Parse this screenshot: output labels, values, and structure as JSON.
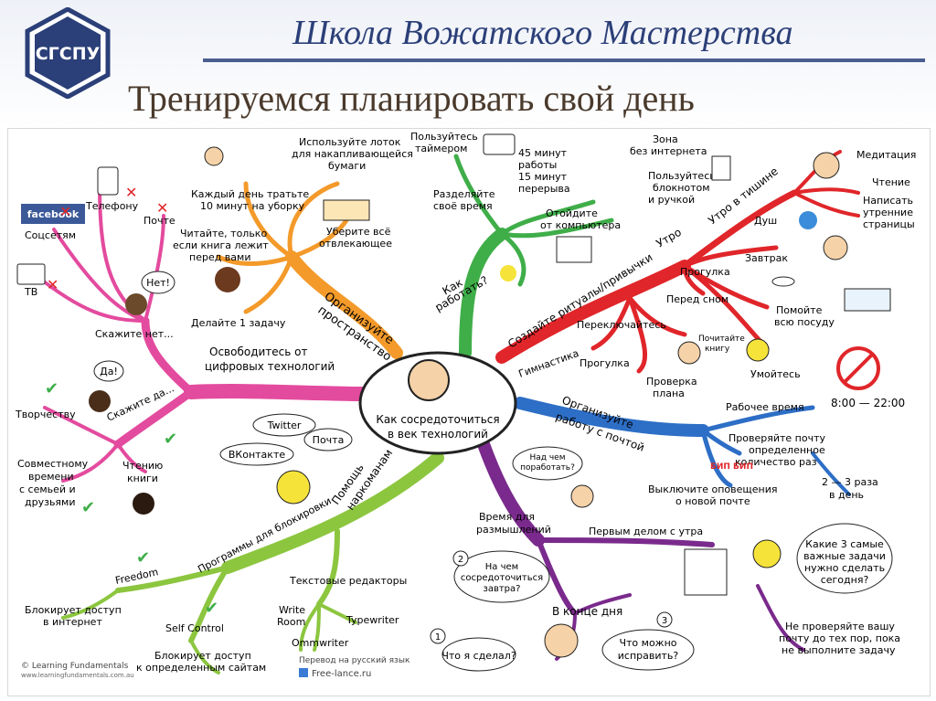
{
  "header": {
    "logo_text": "СГСПУ",
    "title": "Школа Вожатского Мастерства",
    "subtitle": "Тренируемся планировать свой день"
  },
  "mindmap": {
    "center": [
      "Как сосредоточиться",
      "в век технологий"
    ],
    "digital": {
      "branch": [
        "Освободитесь от",
        "цифровых технологий"
      ],
      "say_no": "Скажите нет...",
      "no_bubble": "Нет!",
      "phone": "Телефону",
      "email": "Почте",
      "social": "Соцсетям",
      "facebook": "facebook",
      "tv": "ТВ",
      "say_yes": "Скажите да...",
      "yes_bubble": "Да!",
      "creativity": "Творчеству",
      "reading": [
        "Чтению",
        "книги"
      ],
      "family": [
        "Совместному",
        "времени",
        "с семьей и",
        "друзьями"
      ]
    },
    "space": {
      "branch": [
        "Организуйте",
        "пространство"
      ],
      "trays": [
        "Используйте лоток",
        "для накапливающейся",
        "бумаги"
      ],
      "tidy": [
        "Каждый день тратьте",
        "10 минут на уборку"
      ],
      "read": [
        "Читайте, только",
        "если книга лежит",
        "перед вами"
      ],
      "remove": [
        "Уберите всё",
        "отвлекающее"
      ],
      "one_task": "Делайте 1 задачу"
    },
    "work": {
      "branch": [
        "Как",
        "работать?"
      ],
      "timer": [
        "Пользуйтесь",
        "таймером"
      ],
      "split": [
        "Разделяйте",
        "своё время"
      ],
      "work_break": [
        "45 минут",
        "работы",
        "15 минут",
        "перерыва"
      ],
      "step_away": [
        "Отойдите",
        "от компьютера"
      ]
    },
    "rituals": {
      "branch": "Создайте ритуалы/привычки",
      "morning": "Утро",
      "quiet_morning": "Утро в тишине",
      "zone": [
        "Зона",
        "без интернета"
      ],
      "notebook": [
        "Пользуйтесь",
        "блокнотом",
        "и ручкой"
      ],
      "meditation": "Медитация",
      "reading": "Чтение",
      "pages": [
        "Написать",
        "утренние",
        "страницы"
      ],
      "shower": "Душ",
      "walk": "Прогулка",
      "breakfast": "Завтрак",
      "before_sleep": "Перед сном",
      "dishes": [
        "Помойте",
        "всю посуду"
      ],
      "switch": "Переключайтесь",
      "gym": "Гимнастика",
      "walk2": "Прогулка",
      "read_book": [
        "Почитайте",
        "книгу"
      ],
      "check_plan": [
        "Проверка",
        "плана"
      ],
      "wash": "Умойтесь"
    },
    "mail": {
      "branch": [
        "Организуйте",
        "работу с почтой"
      ],
      "work_time": "Рабочее время",
      "hours": "8:00 — 22:00",
      "check": [
        "Проверяйте почту",
        "определенное",
        "количество раз"
      ],
      "times": [
        "2 — 3 раза",
        "в день"
      ],
      "notifications": [
        "Выключите оповещения",
        "о новой почте"
      ],
      "bzz": "БИП БИП"
    },
    "think": {
      "branch": [
        "Время для",
        "размышлений"
      ],
      "first": "Первым делом с утра",
      "q_morning": [
        "Какие 3 самые",
        "важные задачи",
        "нужно сделать",
        "сегодня?"
      ],
      "end_day": "В конце дня",
      "q_work": [
        "Над чем",
        "поработать?"
      ],
      "q1": "Что я сделал?",
      "q2": [
        "На чем",
        "сосредоточиться",
        "завтра?"
      ],
      "q3": [
        "Что можно",
        "исправить?"
      ],
      "n1": "1",
      "n2": "2",
      "n3": "3",
      "dont_check": [
        "Не проверяйте вашу",
        "почту до тех пор, пока",
        "не выполните задачу"
      ]
    },
    "addicts": {
      "branch": [
        "Помощь",
        "наркоманам"
      ],
      "twitter": "Twitter",
      "vk": "ВКонтакте",
      "mail": "Почта",
      "blockers": "Программы для блокировки",
      "freedom": "Freedom",
      "block_internet": [
        "Блокирует доступ",
        "в интернет"
      ],
      "self_control": "Self Control",
      "block_sites": [
        "Блокирует доступ",
        "к определенным сайтам"
      ],
      "editors": "Текстовые редакторы",
      "write_room": [
        "Write",
        "Room"
      ],
      "typewriter": "Typewriter",
      "ommwriter": "Ommwriter"
    },
    "footer": {
      "credit": "© Learning Fundamentals",
      "credit_url": "www.learningfundamentals.com.au",
      "translation": "Перевод на русский язык",
      "translator": "Free-lance.ru"
    }
  },
  "colors": {
    "title": "#2b3f78",
    "subtitle": "#4a3a2c",
    "pink": "#e34b9e",
    "orange": "#f39a2a",
    "green": "#3fae49",
    "red": "#e0262a",
    "blue": "#2d6ec6",
    "purple": "#7a2a8c",
    "lime": "#8cc63f"
  }
}
